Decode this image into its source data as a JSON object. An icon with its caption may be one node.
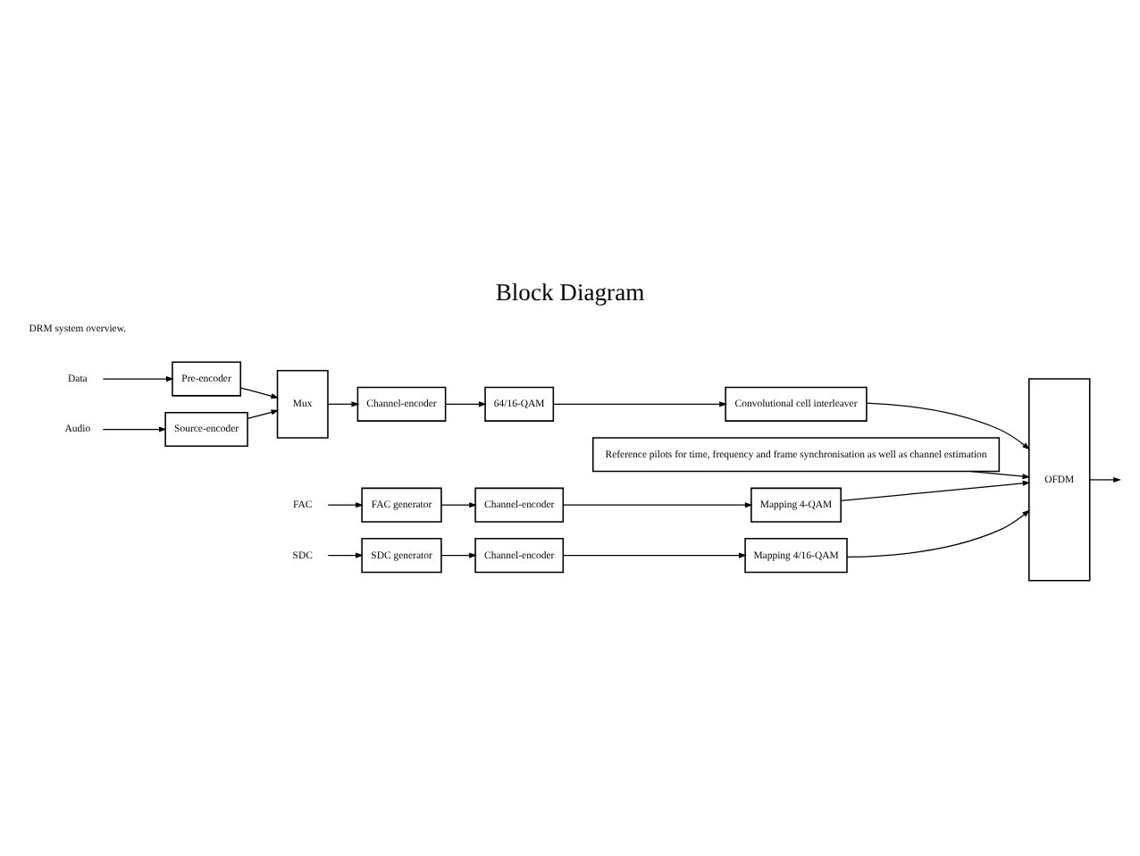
{
  "diagram": {
    "title": "Block Diagram",
    "caption": "DRM system overview.",
    "nodes": [
      {
        "text": [
          "Data"
        ]
      },
      {
        "text": [
          "Pre-encoder"
        ]
      },
      {
        "text": [
          "Audio"
        ]
      },
      {
        "text": [
          "Source-encoder"
        ]
      },
      {
        "text": [
          "Mux"
        ]
      },
      {
        "text": [
          "Channel-encoder"
        ]
      },
      {
        "text": [
          "64/16-QAM"
        ]
      },
      {
        "text": [
          "Convolutional cell interleaver"
        ]
      },
      {
        "text": [
          "Reference pilots for time, frequency and frame synchronisation as well as channel estimation"
        ]
      },
      {
        "text": [
          "OFDM"
        ]
      },
      {
        "text": [
          "FAC"
        ]
      },
      {
        "text": [
          "FAC generator"
        ]
      },
      {
        "text": [
          "Channel-encoder"
        ]
      },
      {
        "text": [
          "Mapping 4-QAM"
        ]
      },
      {
        "text": [
          "SDC"
        ]
      },
      {
        "text": [
          "SDC generator"
        ]
      },
      {
        "text": [
          "Channel-encoder"
        ]
      },
      {
        "text": [
          "Mapping 4/16-QAM"
        ]
      }
    ],
    "edges": [
      {
        "from": 0,
        "to": 1,
        "arrow": "to"
      },
      {
        "from": 2,
        "to": 3,
        "arrow": "to"
      },
      {
        "from": 1,
        "to": 4,
        "arrow": "to"
      },
      {
        "from": 3,
        "to": 4,
        "arrow": "to"
      },
      {
        "from": 4,
        "to": 5,
        "arrow": "to"
      },
      {
        "from": 5,
        "to": 6,
        "arrow": "to"
      },
      {
        "from": 6,
        "to": 7,
        "arrow": "to"
      },
      {
        "from": 7,
        "to": 9,
        "arrow": "to"
      },
      {
        "from": 8,
        "to": 9,
        "arrow": "to"
      },
      {
        "from": 10,
        "to": 11,
        "arrow": "to"
      },
      {
        "from": 11,
        "to": 12,
        "arrow": "to"
      },
      {
        "from": 12,
        "to": 13,
        "arrow": "to"
      },
      {
        "from": 13,
        "to": 9,
        "arrow": "to"
      },
      {
        "from": 14,
        "to": 15,
        "arrow": "to"
      },
      {
        "from": 15,
        "to": 16,
        "arrow": "to"
      },
      {
        "from": 16,
        "to": 17,
        "arrow": "to"
      },
      {
        "from": 17,
        "to": 9,
        "arrow": "to"
      },
      {
        "from": 9,
        "to": null,
        "arrow": "to"
      }
    ]
  }
}
